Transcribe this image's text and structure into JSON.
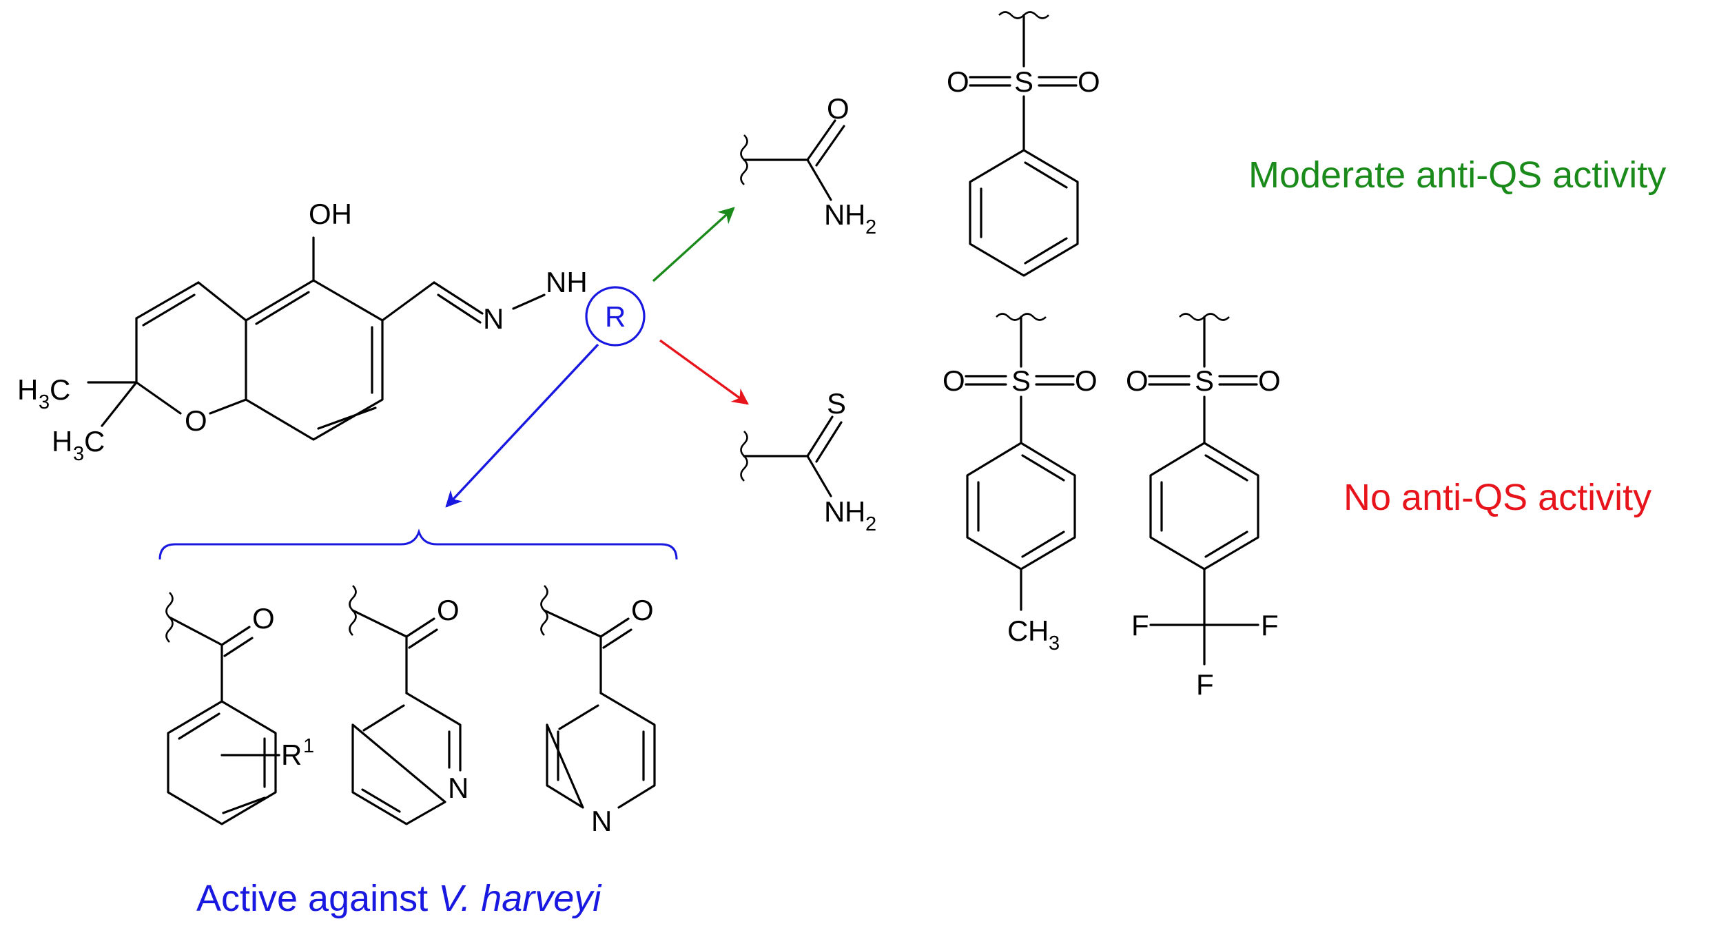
{
  "colors": {
    "black": "#000000",
    "green": "#1a8a1a",
    "red": "#e8141c",
    "blue": "#1818e0"
  },
  "atoms": {
    "oh": "OH",
    "nh": "NH",
    "n": "N",
    "o": "O",
    "r": "R",
    "h": "H",
    "c": "C",
    "three": "3",
    "two": "2",
    "one": "1",
    "s": "S",
    "f": "F"
  },
  "labels": {
    "moderate": "Moderate anti-QS activity",
    "none": "No anti-QS activity",
    "active_prefix": "Active against ",
    "active_organism": "V. harveyi"
  }
}
